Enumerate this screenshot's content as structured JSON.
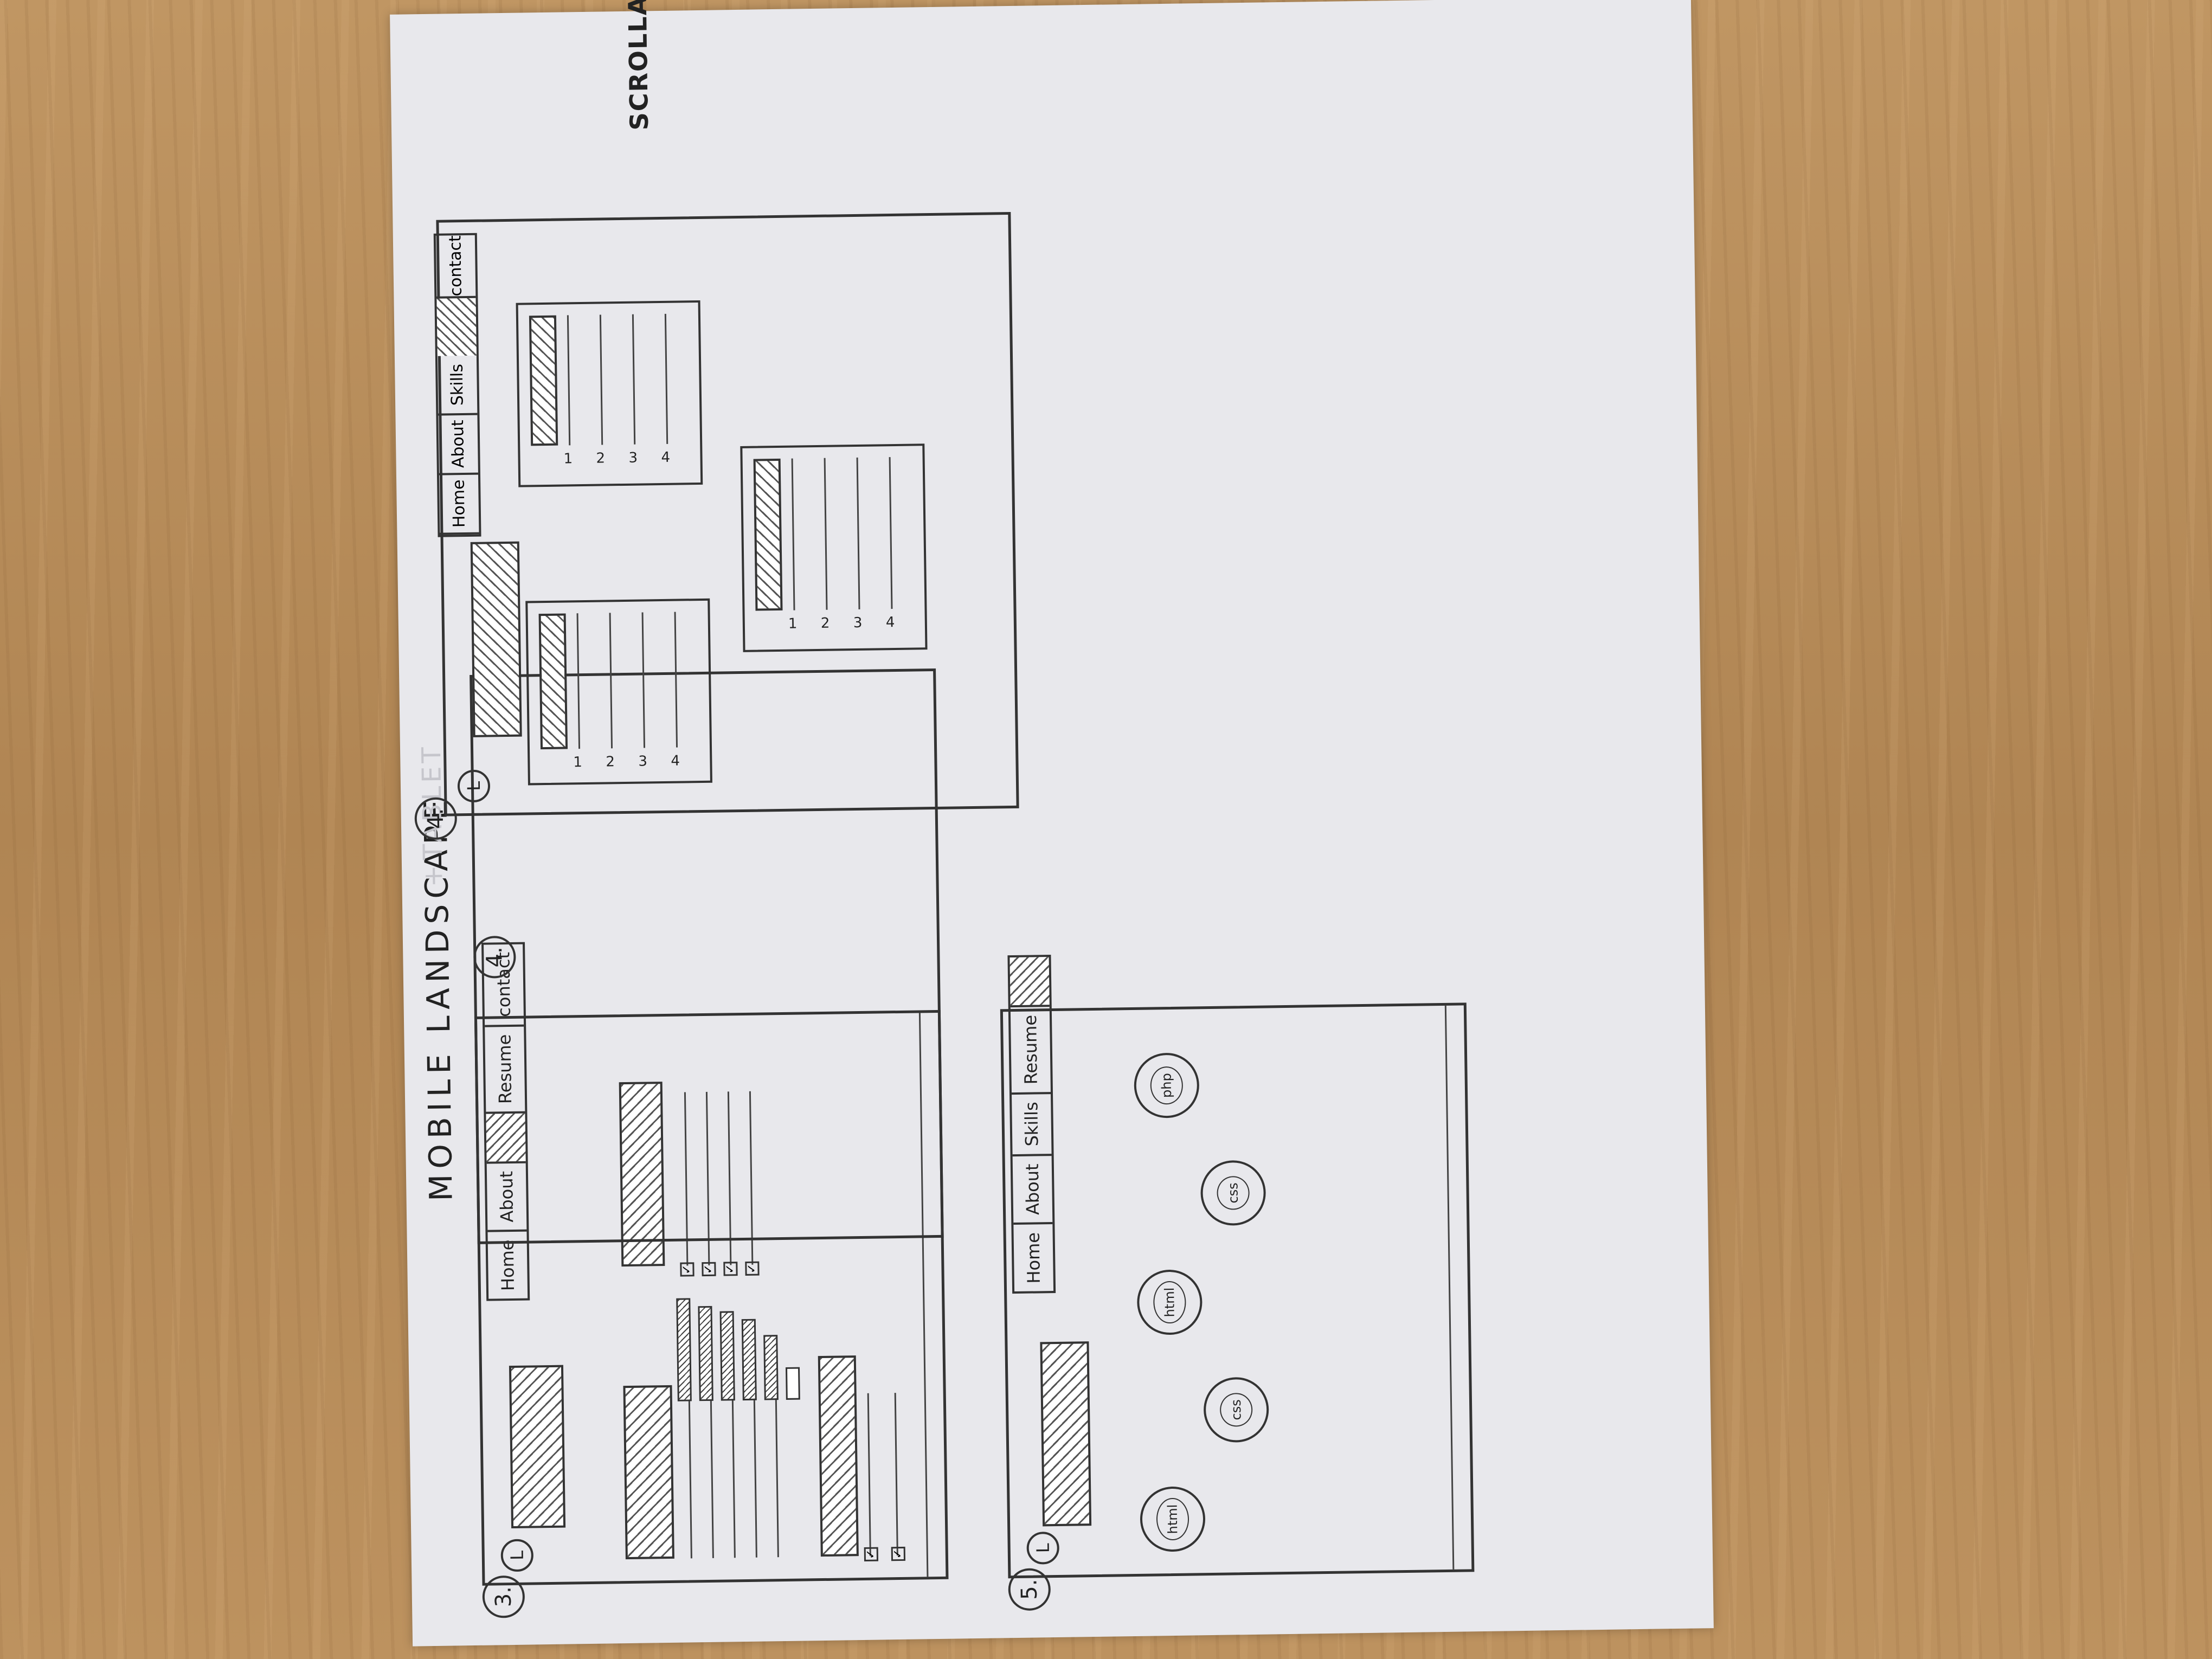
{
  "heading": {
    "title": "MOBILE LANDSCAPE",
    "plus": "+",
    "faint_word": "TABLET",
    "side_note": "SCROLLABLE"
  },
  "screen3": {
    "number": "3.",
    "logo": "L",
    "nav": [
      "Home",
      "About",
      "",
      "Resume",
      "contact"
    ]
  },
  "screen4": {
    "number": "4.",
    "logo": "L",
    "nav": [
      "Home",
      "About",
      "Skills",
      "",
      "contact"
    ],
    "list_numbers": [
      "1",
      "2",
      "3",
      "4"
    ]
  },
  "screen5": {
    "number": "5.",
    "logo": "L",
    "nav": [
      "Home",
      "About",
      "Skills",
      "Resume",
      ""
    ],
    "skills": [
      "html",
      "css",
      "html",
      "css",
      "php"
    ]
  }
}
